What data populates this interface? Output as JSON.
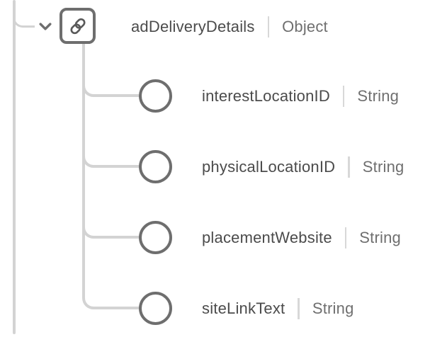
{
  "colors": {
    "background": "#ffffff",
    "tree-line": "#d3d3d3",
    "node-stroke": "#6e6e6e",
    "icon": "#595959",
    "field-name": "#4b4b4b",
    "field-type": "#6f6f6f",
    "divider": "#d8d8d8"
  },
  "schema_tree": {
    "root": {
      "name": "adDeliveryDetails",
      "type": "Object",
      "expanded": true,
      "toggle_icon": "chevron-down",
      "node_icon": "link"
    },
    "children": [
      {
        "name": "interestLocationID",
        "type": "String",
        "node_icon": "circle"
      },
      {
        "name": "physicalLocationID",
        "type": "String",
        "node_icon": "circle"
      },
      {
        "name": "placementWebsite",
        "type": "String",
        "node_icon": "circle"
      },
      {
        "name": "siteLinkText",
        "type": "String",
        "node_icon": "circle"
      }
    ]
  }
}
